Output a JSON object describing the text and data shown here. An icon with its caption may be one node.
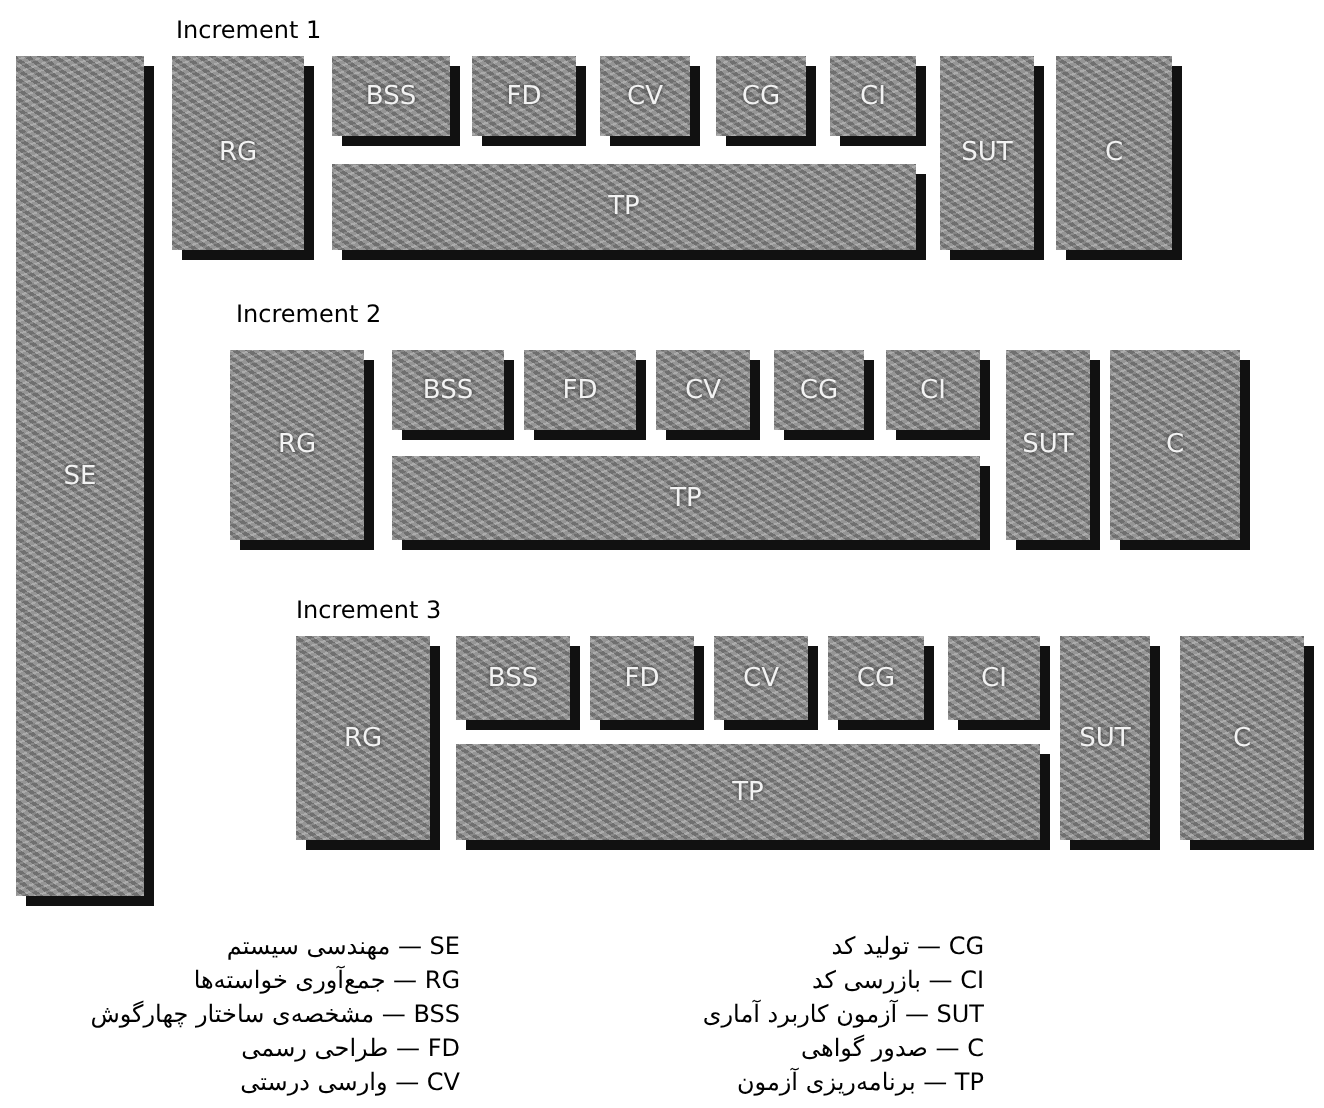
{
  "diagram": {
    "nodes": [
      {
        "text": [
          "SE"
        ]
      },
      {
        "text": [
          "RG"
        ]
      },
      {
        "text": [
          "BSS"
        ]
      },
      {
        "text": [
          "FD"
        ]
      },
      {
        "text": [
          "CV"
        ]
      },
      {
        "text": [
          "CG"
        ]
      },
      {
        "text": [
          "CI"
        ]
      },
      {
        "text": [
          "SUT"
        ]
      },
      {
        "text": [
          "C"
        ]
      },
      {
        "text": [
          "TP"
        ]
      },
      {
        "text": [
          "RG"
        ]
      },
      {
        "text": [
          "BSS"
        ]
      },
      {
        "text": [
          "FD"
        ]
      },
      {
        "text": [
          "CV"
        ]
      },
      {
        "text": [
          "CG"
        ]
      },
      {
        "text": [
          "CI"
        ]
      },
      {
        "text": [
          "SUT"
        ]
      },
      {
        "text": [
          "C"
        ]
      },
      {
        "text": [
          "TP"
        ]
      },
      {
        "text": [
          "RG"
        ]
      },
      {
        "text": [
          "BSS"
        ]
      },
      {
        "text": [
          "FD"
        ]
      },
      {
        "text": [
          "CV"
        ]
      },
      {
        "text": [
          "CG"
        ]
      },
      {
        "text": [
          "CI"
        ]
      },
      {
        "text": [
          "SUT"
        ]
      },
      {
        "text": [
          "C"
        ]
      },
      {
        "text": [
          "TP"
        ]
      }
    ],
    "labels": [
      "Increment 1",
      "Increment 2",
      "Increment 3",
      "SE — مهندسی سیستم",
      "RG — جمع‌آوری خواسته‌ها",
      "BSS — مشخصه‌ی ساختار چهارگوش",
      "FD — طراحی رسمی",
      "CV — وارسی درستی",
      "CG — تولید کد",
      "CI — بازرسی کد",
      "SUT — آزمون کاربرد آماری",
      "C — صدور گواهی",
      "TP — برنامه‌ریزی آزمون"
    ]
  }
}
